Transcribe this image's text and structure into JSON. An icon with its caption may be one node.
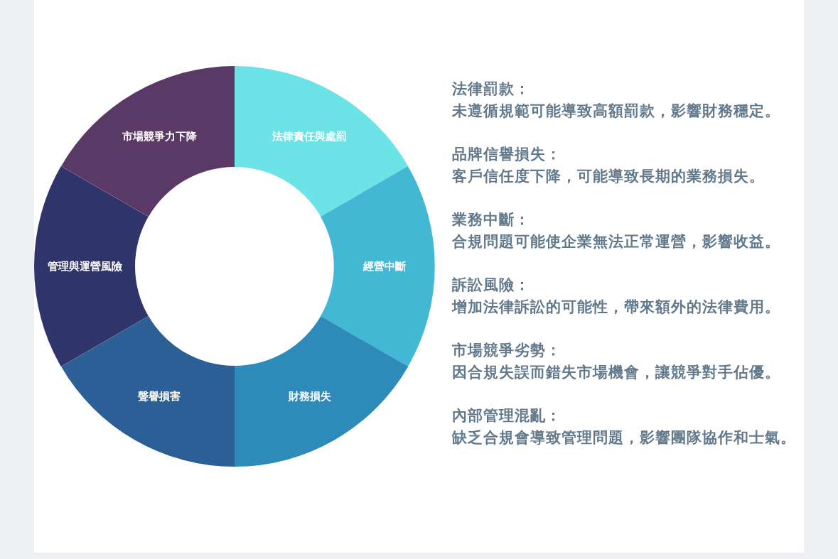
{
  "diagram": {
    "nodes": [
      {
        "text": [
          "法律責任與處罰"
        ]
      },
      {
        "text": [
          "經營中斷"
        ]
      },
      {
        "text": [
          "財務損失"
        ]
      },
      {
        "text": [
          "聲譽損害"
        ]
      },
      {
        "text": [
          "管理與運營風險"
        ]
      },
      {
        "text": [
          "市場競爭力下降"
        ]
      }
    ],
    "labels": [
      "法律罰款：",
      "未遵循規範可能導致高額罰款，影響財務穩定。",
      "品牌信譽損失：",
      "客戶信任度下降，可能導致長期的業務損失。",
      "業務中斷：",
      "合規問題可能使企業無法正常運營，影響收益。",
      "訴訟風險：",
      "增加法律訴訟的可能性，帶來額外的法律費用。",
      "市場競爭劣勢：",
      "因合規失誤而錯失市場機會，讓競爭對手佔優。",
      "內部管理混亂：",
      "缺乏合規會導致管理問題，影響團隊協作和士氣。"
    ]
  }
}
